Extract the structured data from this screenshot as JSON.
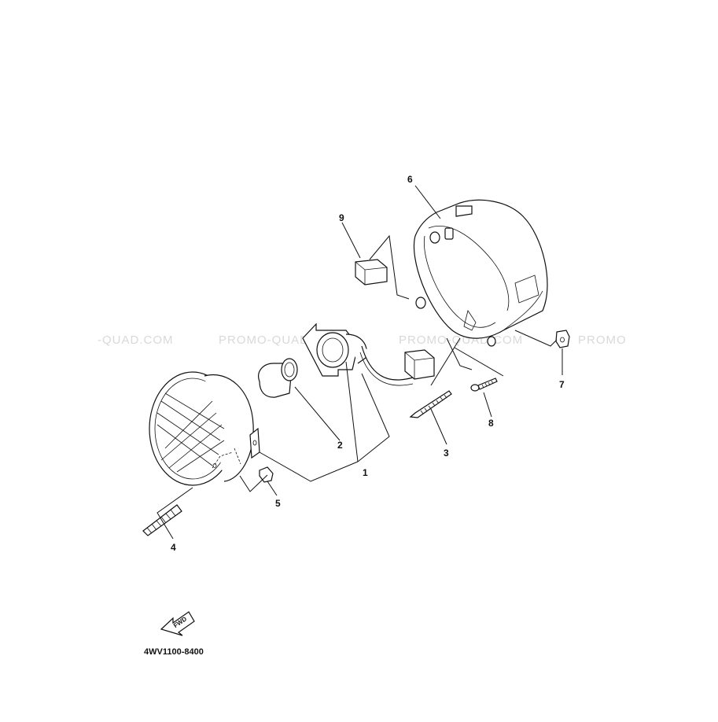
{
  "watermarks": [
    "-QUAD.COM",
    "PROMO-QUAD.COM",
    "PROMO-QUAD.COM",
    "PROMO"
  ],
  "callouts": {
    "p1": "1",
    "p2": "2",
    "p3": "3",
    "p4": "4",
    "p5": "5",
    "p6": "6",
    "p7": "7",
    "p8": "8",
    "p9": "9"
  },
  "fwd_label": "FWD",
  "diagram_code": "4WV1100-8400",
  "icons": [
    "fwd-arrow-icon"
  ]
}
